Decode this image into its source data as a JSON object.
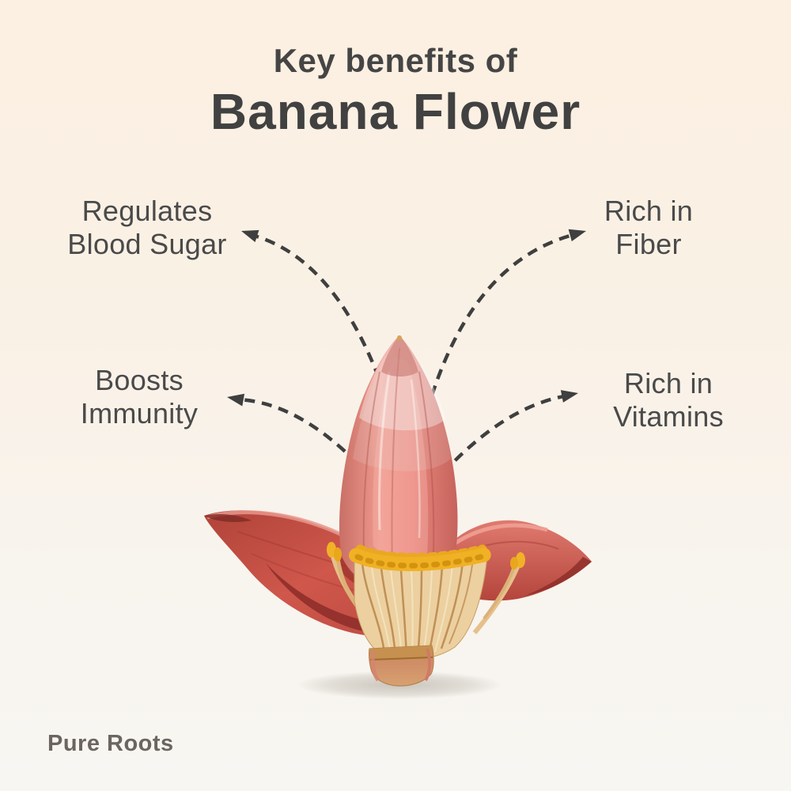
{
  "title": {
    "line1": "Key benefits of",
    "line2": "Banana Flower"
  },
  "benefits": [
    {
      "id": "regulates-blood-sugar",
      "lines": [
        "Regulates",
        "Blood Sugar"
      ],
      "position": "top-left",
      "arrow_direction": "up-left"
    },
    {
      "id": "rich-in-fiber",
      "lines": [
        "Rich in",
        "Fiber"
      ],
      "position": "top-right",
      "arrow_direction": "up-right"
    },
    {
      "id": "boosts-immunity",
      "lines": [
        "Boosts",
        "Immunity"
      ],
      "position": "mid-left",
      "arrow_direction": "left"
    },
    {
      "id": "rich-in-vitamins",
      "lines": [
        "Rich in",
        "Vitamins"
      ],
      "position": "mid-right",
      "arrow_direction": "right"
    }
  ],
  "brand": {
    "name": "Pure Roots"
  },
  "image": {
    "subject": "banana-flower",
    "description": "red banana flower bud with two open bracts and yellow florets"
  },
  "icons": {
    "arrow_style": "dashed-curved-arrow"
  },
  "colors": {
    "background_top": "#fbf0e1",
    "background_bottom": "#f7f6f2",
    "title_text": "#414141",
    "label_text": "#4a4a4a",
    "brand_text": "#6b6560",
    "arrow": "#3f3f3f",
    "flower_pink": "#e8857c",
    "flower_deep_red": "#bf4a41",
    "floret_stalk": "#ecd0a0",
    "floret_yellow": "#f2b326"
  }
}
